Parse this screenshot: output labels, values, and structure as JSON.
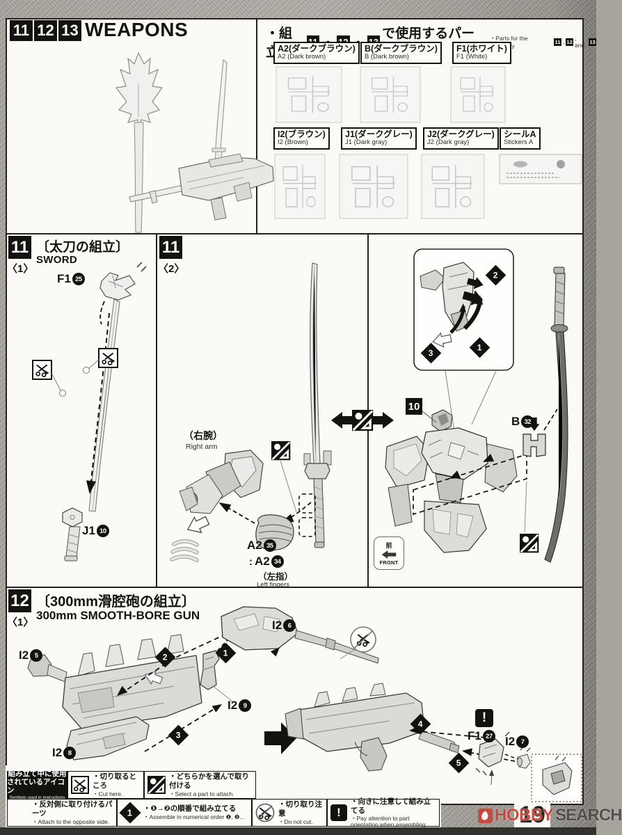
{
  "page": {
    "number": "19"
  },
  "header": {
    "step_boxes": [
      "11",
      "12",
      "13"
    ],
    "title": "WEAPONS"
  },
  "parts_panel": {
    "title": {
      "jp_prefix": "・組立",
      "sep": "・",
      "jp_suffix": "で使用するパーツ",
      "en_prefix": "・Parts for the assembly",
      "en_comma": ",",
      "en_and": ", and",
      "steps": [
        "11",
        "12",
        "13"
      ]
    },
    "items": [
      {
        "jp": "A2(ダークブラウン)",
        "en": "A2 (Dark brown)"
      },
      {
        "jp": "B(ダークブラウン)",
        "en": "B (Dark brown)"
      },
      {
        "jp": "F1(ホワイト)",
        "en": "F1 (White)"
      },
      {
        "jp": "I2(ブラウン)",
        "en": "I2 (Brown)"
      },
      {
        "jp": "J1(ダークグレー)",
        "en": "J1 (Dark gray)"
      },
      {
        "jp": "J2(ダークグレー)",
        "en": "J2 (Dark gray)"
      },
      {
        "jp": "シールA",
        "en": "Stickers A"
      }
    ]
  },
  "step11": {
    "number": "11",
    "variants": {
      "first": "〈1〉",
      "second": "〈2〉"
    },
    "title_jp": "〔太刀の組立〕",
    "title_en": "SWORD",
    "parts": {
      "f1_25": {
        "code": "F1",
        "num": "25"
      },
      "j1_10": {
        "code": "J1",
        "num": "10"
      },
      "a2_35": {
        "code": "A2",
        "num": "35"
      },
      "a2_34": {
        "code": "A2",
        "num": "34",
        "sep": ":"
      },
      "b_32": {
        "code": "B",
        "num": "32"
      }
    },
    "labels": {
      "right_arm_jp": "（右腕）",
      "right_arm_en": "Right arm",
      "left_fingers_jp": "（左指）",
      "left_fingers_en": "Left fingers",
      "front_jp": "前",
      "front_en": "FRONT",
      "ref_step": "10"
    },
    "inset": {
      "d1": "1",
      "d2": "2",
      "d3": "3"
    }
  },
  "step12": {
    "number": "12",
    "variant": "〈1〉",
    "title_jp": "〔300mm滑腔砲の組立〕",
    "title_en": "300mm SMOOTH-BORE GUN",
    "parts": {
      "i2_5": {
        "code": "I2",
        "num": "5"
      },
      "i2_6": {
        "code": "I2",
        "num": "6"
      },
      "i2_7": {
        "code": "I2",
        "num": "7"
      },
      "i2_8": {
        "code": "I2",
        "num": "8"
      },
      "i2_9": {
        "code": "I2",
        "num": "9"
      },
      "f1_27": {
        "code": "F1",
        "num": "27"
      }
    },
    "order": [
      "1",
      "2",
      "3",
      "4",
      "5"
    ]
  },
  "legend": {
    "header": {
      "jp1": "組み立て中に使用",
      "jp2": "されているアイコン",
      "en": "Symbols used in instructions"
    },
    "order_icon_num": "1",
    "items": [
      {
        "jp": "・切り取るところ",
        "en": "・Cut here."
      },
      {
        "jp": "・どちらかを選んで取り付ける",
        "en": "・Select a part to attach."
      },
      {
        "jp": "・反対側に取り付けるパーツ",
        "en": "・Attach to the opposite side."
      },
      {
        "jp": "・❶→❷の順番で組み立てる",
        "en": "・Assemble in numerical order ❶, ❷..."
      },
      {
        "jp": "・切り取り注意",
        "en": "・Do not cut."
      },
      {
        "jp": "・向きに注意して組み立てる",
        "en": "・Pay attention to part orientation when assembling."
      }
    ]
  },
  "icons": {
    "exclamation": "!"
  },
  "watermark": {
    "brand1": "HOBBY",
    "brand2": "SEARCH"
  }
}
